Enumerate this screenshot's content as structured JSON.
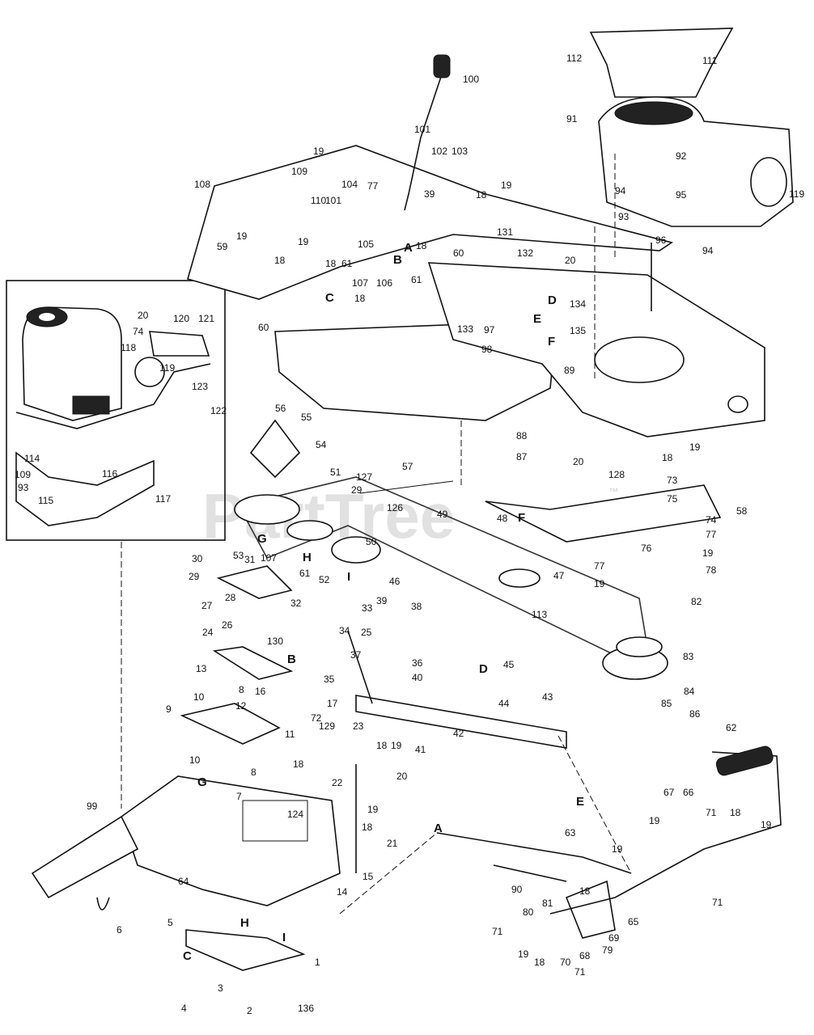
{
  "watermark": {
    "text": "PartTree",
    "trademark": "™"
  },
  "callouts": [
    "100",
    "101",
    "102",
    "103",
    "19",
    "109",
    "104",
    "77",
    "39",
    "19",
    "108",
    "110",
    "101",
    "18",
    "105",
    "19",
    "59",
    "18",
    "19",
    "18",
    "61",
    "A",
    "18",
    "B",
    "61",
    "106",
    "107",
    "18",
    "60",
    "131",
    "132",
    "20",
    "C",
    "60",
    "133",
    "97",
    "D",
    "134",
    "135",
    "E",
    "F",
    "98",
    "89",
    "112",
    "111",
    "91",
    "92",
    "119",
    "94",
    "95",
    "93",
    "96",
    "94",
    "20",
    "120",
    "121",
    "74",
    "118",
    "119",
    "123",
    "122",
    "114",
    "116",
    "117",
    "109",
    "93",
    "115",
    "56",
    "55",
    "54",
    "127",
    "51",
    "57",
    "29",
    "126",
    "49",
    "48",
    "F",
    "50",
    "53",
    "G",
    "H",
    "I",
    "52",
    "88",
    "87",
    "20",
    "128",
    "18",
    "19",
    "73",
    "75",
    "58",
    "74",
    "77",
    "76",
    "19",
    "77",
    "19",
    "78",
    "47",
    "82",
    "113",
    "83",
    "84",
    "85",
    "86",
    "30",
    "107",
    "29",
    "31",
    "61",
    "32",
    "46",
    "28",
    "27",
    "26",
    "33",
    "39",
    "38",
    "34",
    "25",
    "24",
    "130",
    "36",
    "37",
    "40",
    "35",
    "B",
    "D",
    "45",
    "44",
    "13",
    "8",
    "16",
    "17",
    "10",
    "72",
    "9",
    "12",
    "11",
    "129",
    "18",
    "19",
    "41",
    "42",
    "43",
    "18",
    "23",
    "8",
    "10",
    "22",
    "20",
    "19",
    "7",
    "G",
    "99",
    "124",
    "18",
    "21",
    "A",
    "15",
    "14",
    "64",
    "6",
    "62",
    "E",
    "63",
    "67",
    "66",
    "71",
    "18",
    "19",
    "19",
    "19",
    "90",
    "18",
    "71",
    "65",
    "69",
    "79",
    "81",
    "80",
    "71",
    "19",
    "18",
    "70",
    "68",
    "71",
    "5",
    "H",
    "I",
    "C",
    "1",
    "3",
    "4",
    "2",
    "136"
  ]
}
